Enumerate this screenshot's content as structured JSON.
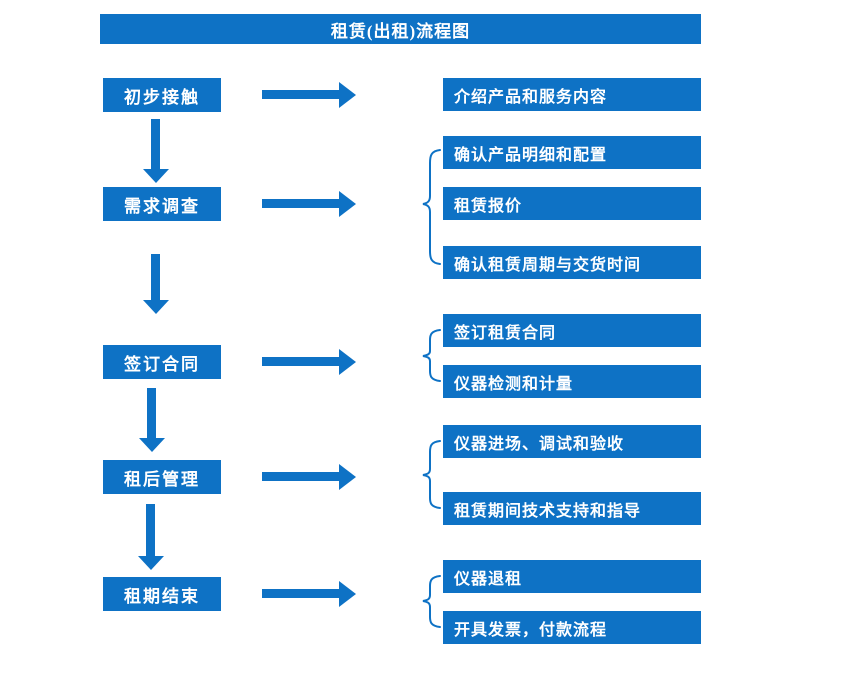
{
  "title": "租赁(出租)流程图",
  "colors": {
    "primary": "#0e72c5"
  },
  "steps": [
    {
      "label": "初步接触",
      "details": [
        "介绍产品和服务内容"
      ]
    },
    {
      "label": "需求调查",
      "details": [
        "确认产品明细和配置",
        "租赁报价",
        "确认租赁周期与交货时间"
      ]
    },
    {
      "label": "签订合同",
      "details": [
        "签订租赁合同",
        "仪器检测和计量"
      ]
    },
    {
      "label": "租后管理",
      "details": [
        "仪器进场、调试和验收",
        "租赁期间技术支持和指导"
      ]
    },
    {
      "label": "租期结束",
      "details": [
        "仪器退租",
        "开具发票，付款流程"
      ]
    }
  ]
}
